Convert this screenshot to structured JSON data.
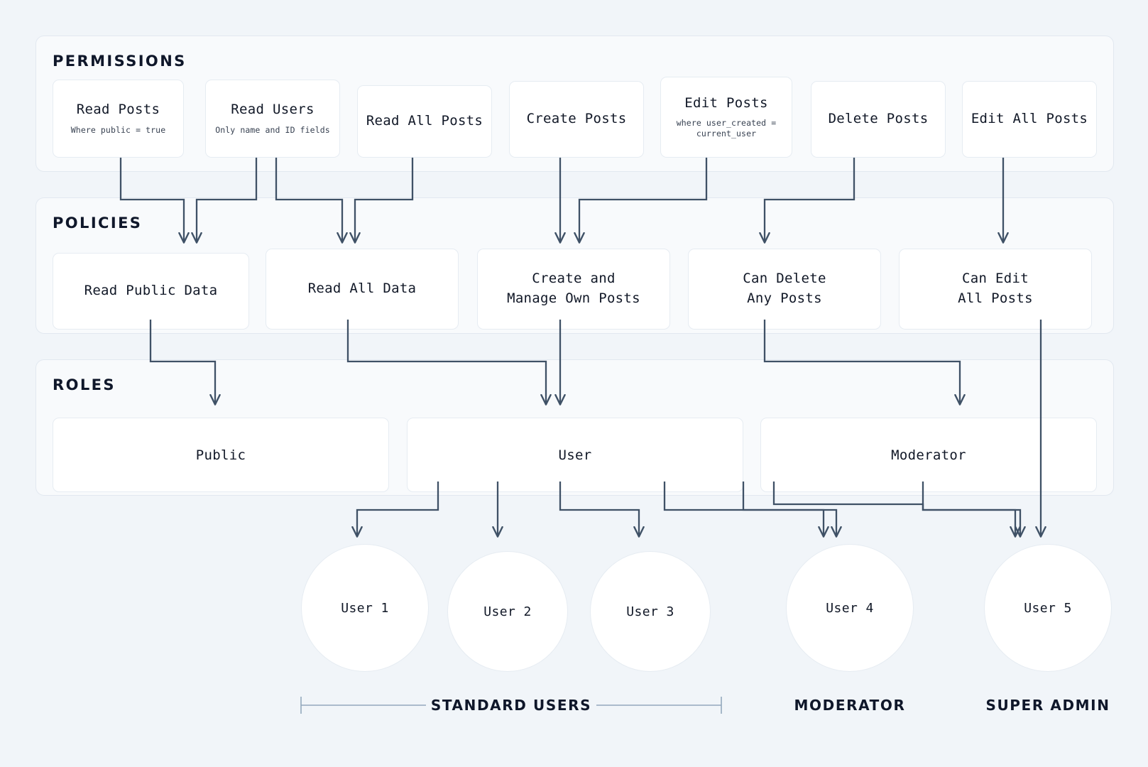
{
  "theme": {
    "background": "#f1f5f9",
    "panel_background": "#f8fafc",
    "panel_border": "#e2e8f0",
    "card_background": "#ffffff",
    "card_border": "#e6ecf2",
    "connector": "#3f5166",
    "text": "#111827",
    "heading": "#0f172a"
  },
  "sections": {
    "permissions": {
      "title": "PERMISSIONS"
    },
    "policies": {
      "title": "POLICIES"
    },
    "roles": {
      "title": "ROLES"
    }
  },
  "permissions": [
    {
      "label": "Read Posts",
      "sub": "Where public = true"
    },
    {
      "label": "Read Users",
      "sub": "Only name and ID fields"
    },
    {
      "label": "Read All Posts",
      "sub": ""
    },
    {
      "label": "Create Posts",
      "sub": ""
    },
    {
      "label": "Edit Posts",
      "sub": "where user_created =\ncurrent_user"
    },
    {
      "label": "Delete Posts",
      "sub": ""
    },
    {
      "label": "Edit All Posts",
      "sub": ""
    }
  ],
  "policies": [
    {
      "label": "Read Public Data"
    },
    {
      "label": "Read All Data"
    },
    {
      "label": "Create and\nManage Own Posts"
    },
    {
      "label": "Can Delete\nAny Posts"
    },
    {
      "label": "Can Edit\nAll Posts"
    }
  ],
  "roles": [
    {
      "label": "Public"
    },
    {
      "label": "User"
    },
    {
      "label": "Moderator"
    }
  ],
  "users": [
    {
      "label": "User 1"
    },
    {
      "label": "User 2"
    },
    {
      "label": "User 3"
    },
    {
      "label": "User 4"
    },
    {
      "label": "User 5"
    }
  ],
  "group_labels": [
    {
      "label": "STANDARD USERS"
    },
    {
      "label": "MODERATOR"
    },
    {
      "label": "SUPER ADMIN"
    }
  ],
  "chart_data": {
    "type": "diagram",
    "title": "Permissions / Policies / Roles / Users hierarchy",
    "layers": [
      "PERMISSIONS",
      "POLICIES",
      "ROLES",
      "USERS"
    ],
    "edges": [
      {
        "from": "Read Posts",
        "to": "Read Public Data"
      },
      {
        "from": "Read Users",
        "to": "Read Public Data"
      },
      {
        "from": "Read Users",
        "to": "Read All Data"
      },
      {
        "from": "Read All Posts",
        "to": "Read All Data"
      },
      {
        "from": "Create Posts",
        "to": "Create and Manage Own Posts"
      },
      {
        "from": "Edit Posts",
        "to": "Create and Manage Own Posts"
      },
      {
        "from": "Delete Posts",
        "to": "Can Delete Any Posts"
      },
      {
        "from": "Edit All Posts",
        "to": "Can Edit All Posts"
      },
      {
        "from": "Read Public Data",
        "to": "Public"
      },
      {
        "from": "Read All Data",
        "to": "User"
      },
      {
        "from": "Create and Manage Own Posts",
        "to": "User"
      },
      {
        "from": "Can Delete Any Posts",
        "to": "Moderator"
      },
      {
        "from": "Public",
        "to": "User 1"
      },
      {
        "from": "Public",
        "to": "User 2"
      },
      {
        "from": "Public",
        "to": "User 3"
      },
      {
        "from": "Public",
        "to": "User 4"
      },
      {
        "from": "User",
        "to": "User 3"
      },
      {
        "from": "User",
        "to": "User 4"
      },
      {
        "from": "User",
        "to": "User 5"
      },
      {
        "from": "Moderator",
        "to": "User 4"
      },
      {
        "from": "Moderator",
        "to": "User 5"
      },
      {
        "from": "Can Edit All Posts",
        "to": "User 5"
      }
    ]
  }
}
